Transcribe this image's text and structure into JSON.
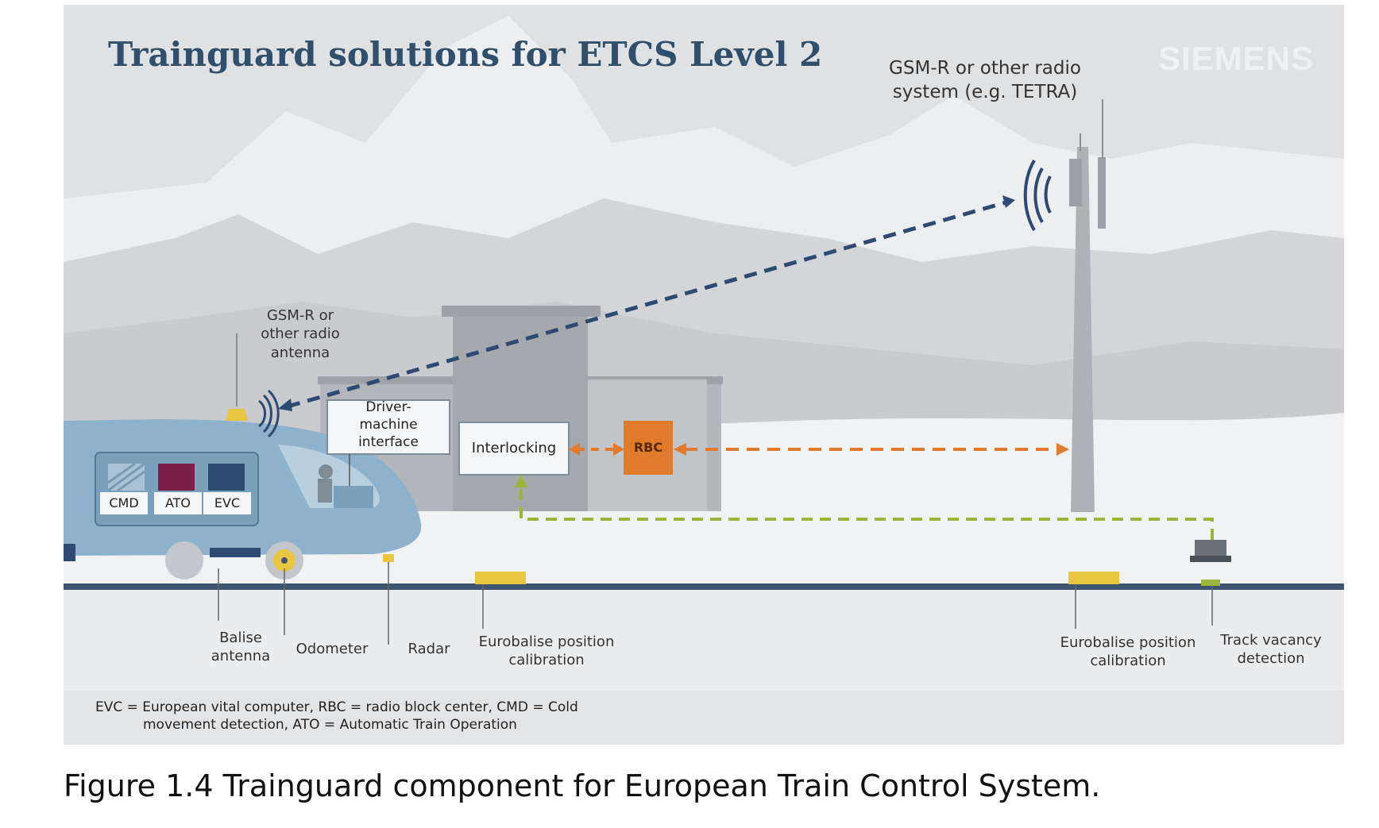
{
  "diagram": {
    "title": "Trainguard solutions for ETCS Level 2",
    "brand": "SIEMENS",
    "radio_system": [
      "GSM-R or other radio",
      "system (e.g. TETRA)"
    ],
    "train_antenna": [
      "GSM-R or",
      "other radio",
      "antenna"
    ],
    "dmi": [
      "Driver-",
      "machine",
      "interface"
    ],
    "interlocking": "Interlocking",
    "rbc": "RBC",
    "onboard_units": [
      "CMD",
      "ATO",
      "EVC"
    ],
    "bottom_labels": {
      "balise_antenna": [
        "Balise",
        "antenna"
      ],
      "odometer": "Odometer",
      "radar": "Radar",
      "eurobalise_left": [
        "Eurobalise position",
        "calibration"
      ],
      "eurobalise_right": [
        "Eurobalise position",
        "calibration"
      ],
      "track_vacancy": [
        "Track vacancy",
        "detection"
      ]
    },
    "legend": [
      "EVC = European vital computer,  RBC = radio block center, CMD = Cold",
      "movement  detection, ATO = Automatic  Train Operation"
    ]
  },
  "caption": "Figure 1.4 Trainguard component for European Train Control System.",
  "colors": {
    "title": "#2f4f6b",
    "radio_link": "#2d4a72",
    "rbc_link": "#e07a2c",
    "track_link": "#9ab53a",
    "rbc_box": "#e07a2c",
    "balise": "#e8c640",
    "train": "#8fb2cc"
  }
}
